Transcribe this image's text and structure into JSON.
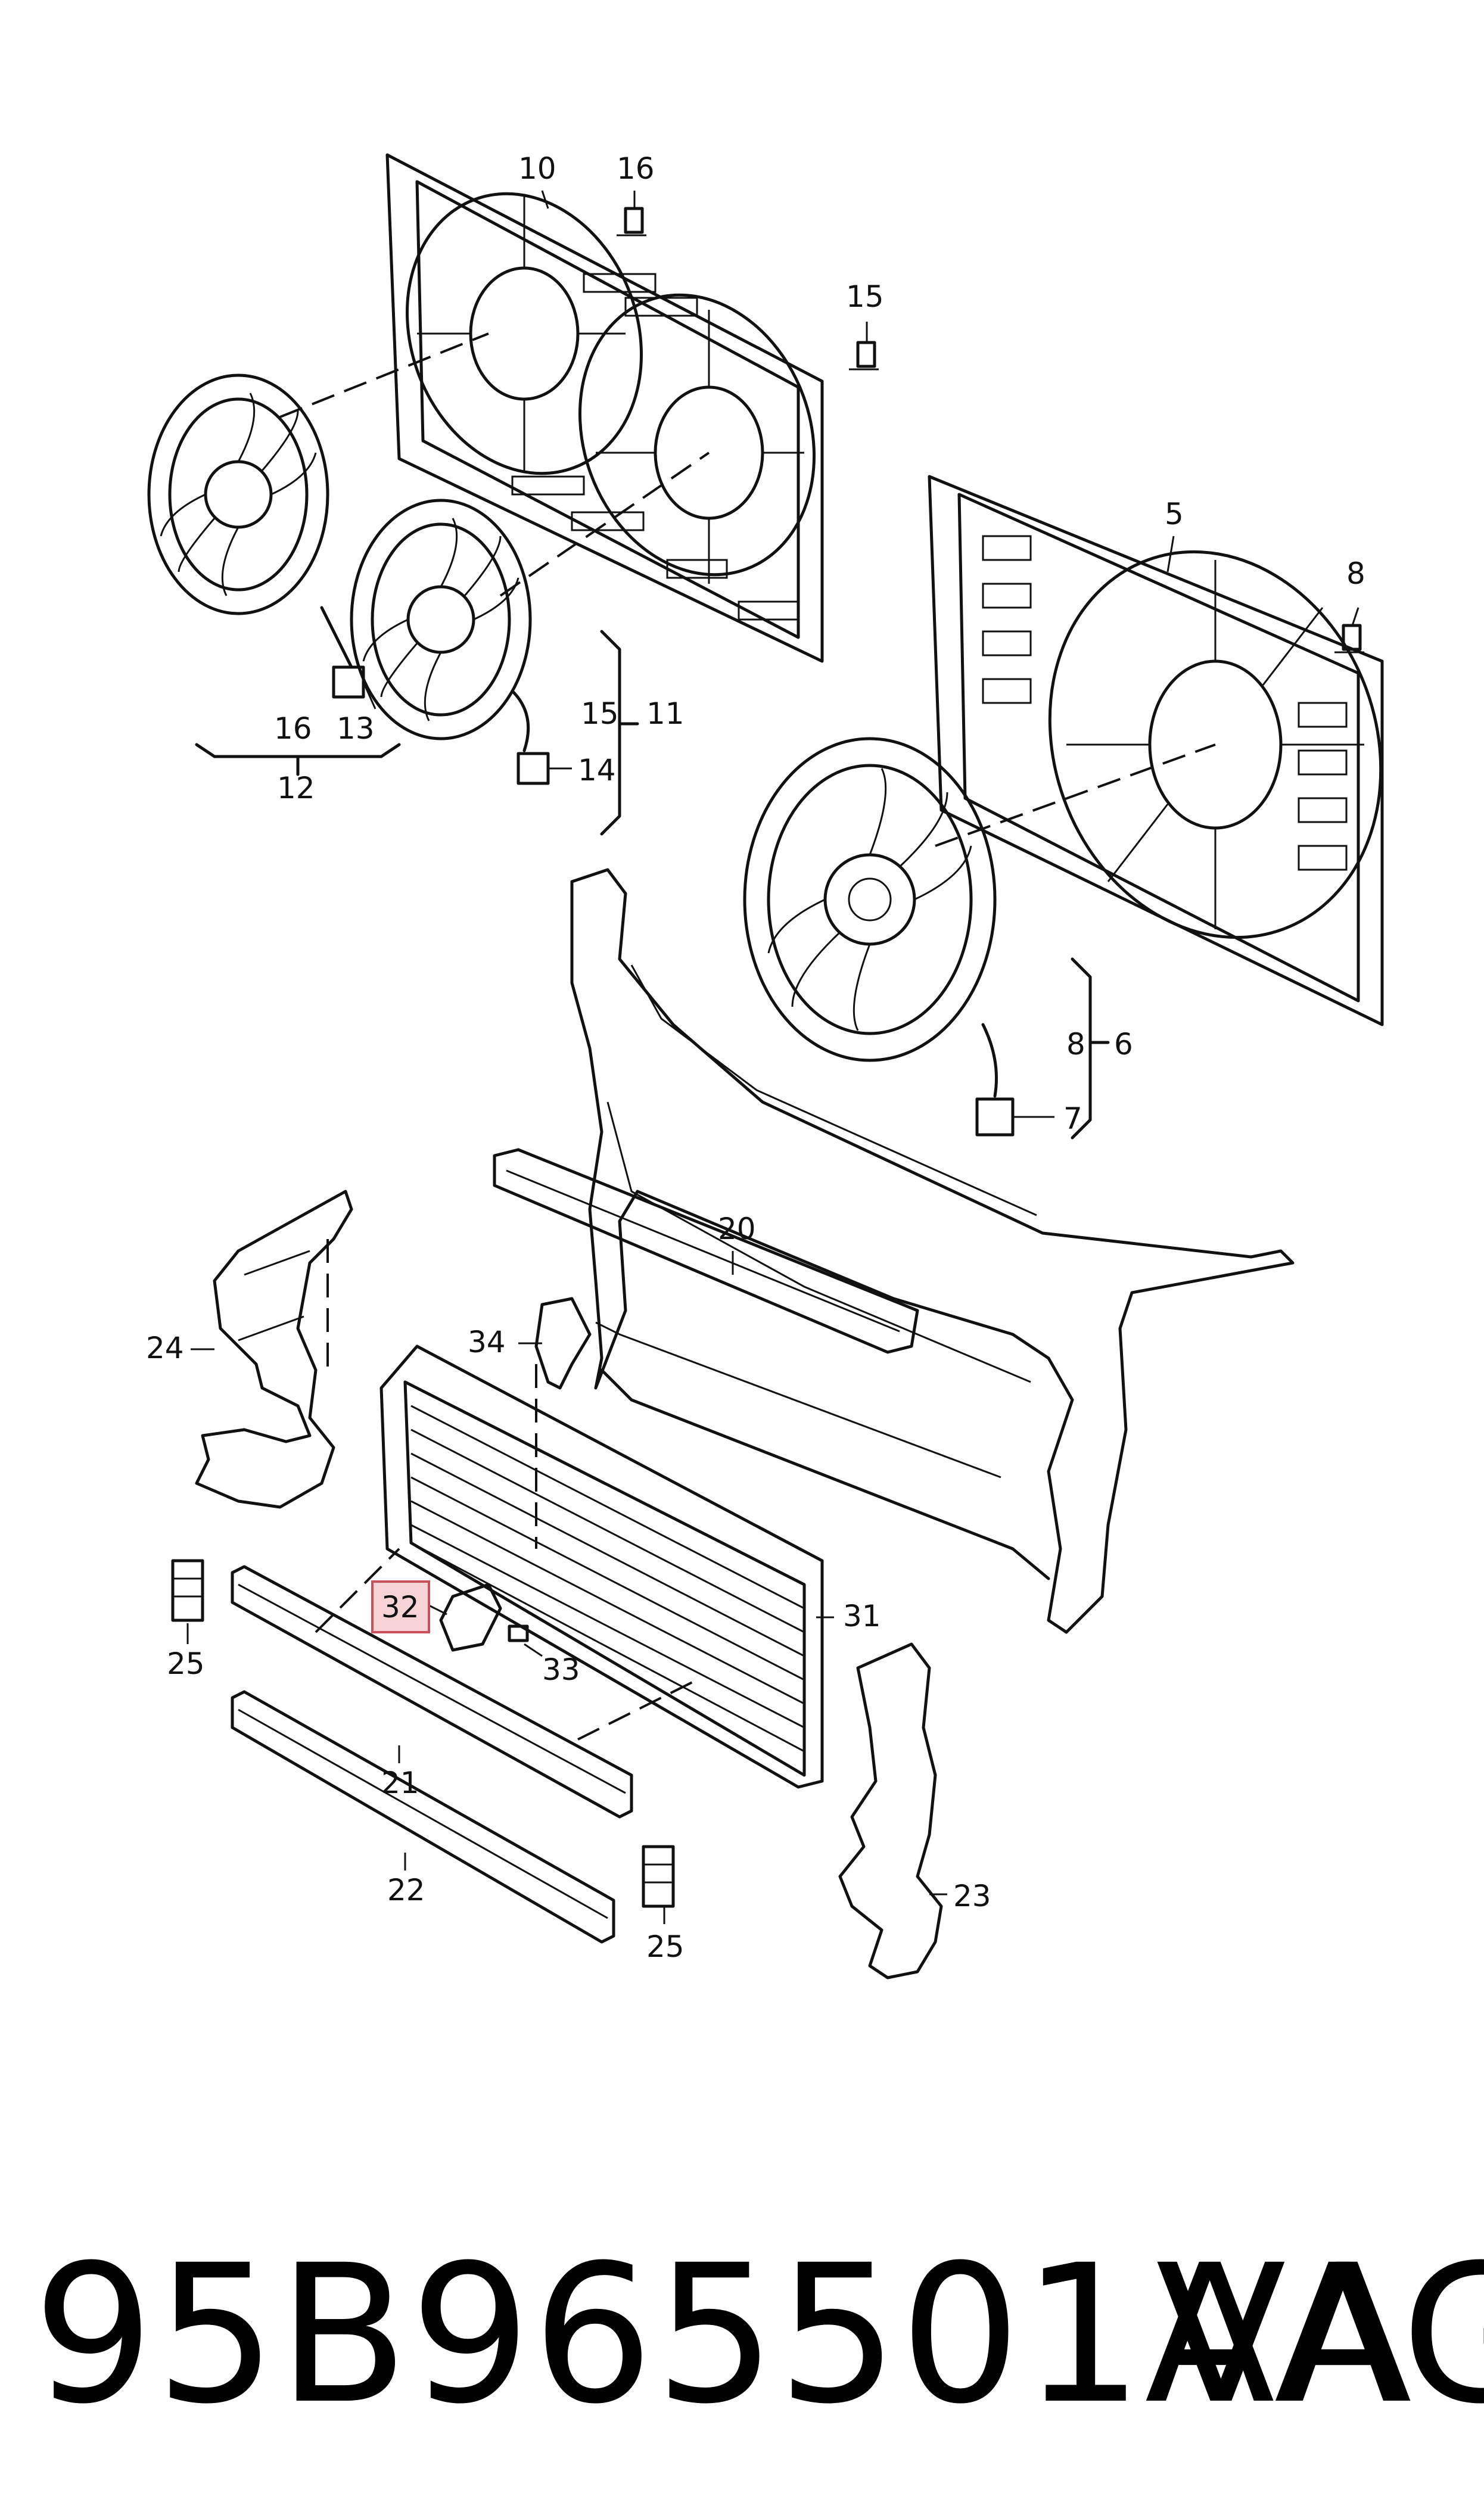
{
  "footer": {
    "part_number": "95B965501AA",
    "brand": "VAG"
  },
  "callouts": [
    {
      "id": "c10",
      "label": "10"
    },
    {
      "id": "c16a",
      "label": "16"
    },
    {
      "id": "c15a",
      "label": "15"
    },
    {
      "id": "c5",
      "label": "5"
    },
    {
      "id": "c8a",
      "label": "8"
    },
    {
      "id": "c16b",
      "label": "16"
    },
    {
      "id": "c13",
      "label": "13"
    },
    {
      "id": "c12",
      "label": "12"
    },
    {
      "id": "c15b",
      "label": "15"
    },
    {
      "id": "c11",
      "label": "11"
    },
    {
      "id": "c14",
      "label": "14"
    },
    {
      "id": "c8b",
      "label": "8"
    },
    {
      "id": "c6",
      "label": "6"
    },
    {
      "id": "c7",
      "label": "7"
    },
    {
      "id": "c20",
      "label": "20"
    },
    {
      "id": "c24",
      "label": "24"
    },
    {
      "id": "c34",
      "label": "34"
    },
    {
      "id": "c32",
      "label": "32",
      "highlighted": true
    },
    {
      "id": "c31",
      "label": "31"
    },
    {
      "id": "c33",
      "label": "33"
    },
    {
      "id": "c25a",
      "label": "25"
    },
    {
      "id": "c21",
      "label": "21"
    },
    {
      "id": "c22",
      "label": "22"
    },
    {
      "id": "c23",
      "label": "23"
    },
    {
      "id": "c25b",
      "label": "25"
    }
  ],
  "colors": {
    "ink": "#111111",
    "highlight_fill": "#f7d3d6",
    "highlight_stroke": "#c7505a",
    "background": "#ffffff"
  }
}
